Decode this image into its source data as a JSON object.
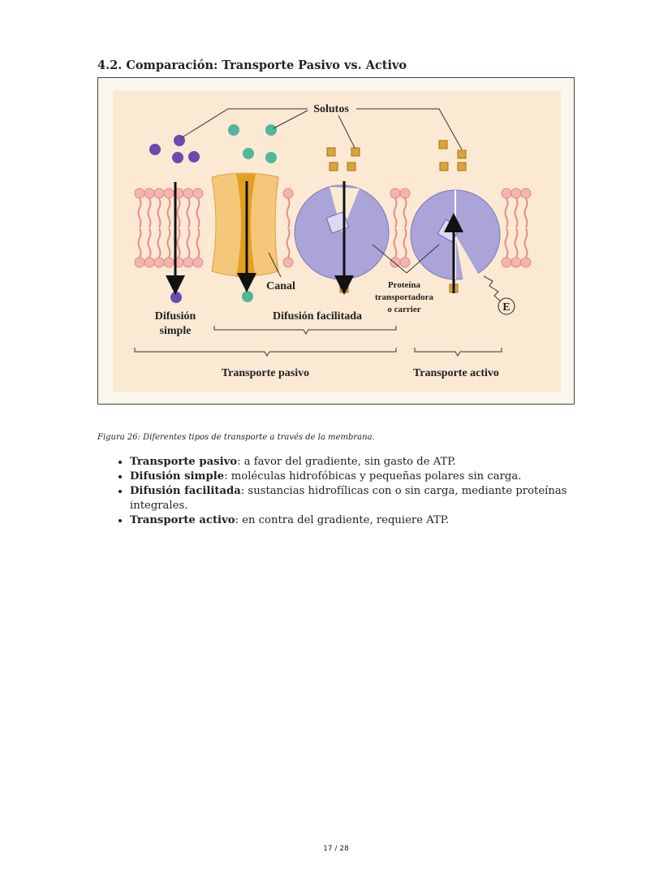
{
  "section_title": "4.2. Comparación: Transporte Pasivo vs. Activo",
  "figure": {
    "labels": {
      "solutos": "Solutos",
      "canal": "Canal",
      "proteina_1": "Proteína",
      "proteina_2": "transportadora",
      "proteina_3": "o carrier",
      "difusion_simple_1": "Difusión",
      "difusion_simple_2": "simple",
      "difusion_facilitada": "Difusión facilitada",
      "energia": "E",
      "transporte_pasivo": "Transporte pasivo",
      "transporte_activo": "Transporte activo"
    },
    "colors": {
      "background": "#fbe9d3",
      "lipid": "#e98a8a",
      "purple": "#6a4bb0",
      "teal": "#4fb79a",
      "gold": "#d9a43a",
      "channel": "#f2c06a",
      "protein": "#a9a3d6"
    }
  },
  "caption": "Figura 26: Diferentes tipos de transporte a través de la membrana.",
  "bullets": [
    {
      "term": "Transporte pasivo",
      "text": ": a favor del gradiente, sin gasto de ATP."
    },
    {
      "term": "Difusión simple",
      "text": ": moléculas hidrofóbicas y pequeñas polares sin carga."
    },
    {
      "term": "Difusión facilitada",
      "text": ": sustancias hidrofílicas con o sin carga, mediante proteínas integrales."
    },
    {
      "term": "Transporte activo",
      "text": ": en contra del gradiente, requiere ATP."
    }
  ],
  "page_number": "17 / 28"
}
